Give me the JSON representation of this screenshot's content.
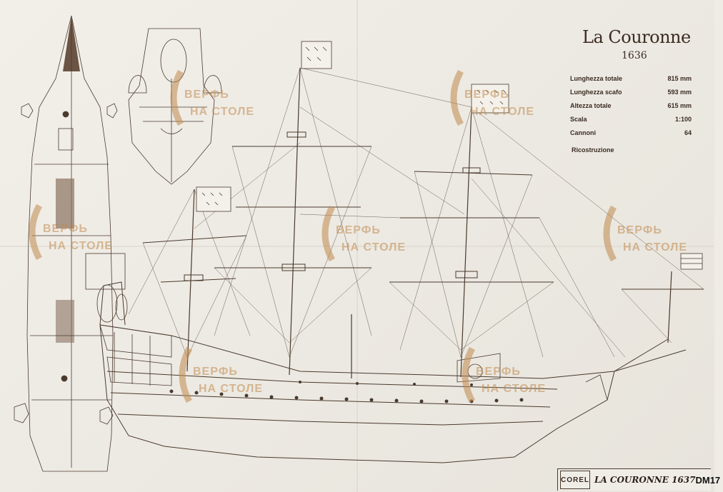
{
  "plan": {
    "title": "La Couronne",
    "year": "1636",
    "specs": [
      {
        "label": "Lunghezza totale",
        "value": "815 mm"
      },
      {
        "label": "Lunghezza scafo",
        "value": "593 mm"
      },
      {
        "label": "Altezza totale",
        "value": "615 mm"
      },
      {
        "label": "Scala",
        "value": "1:100"
      },
      {
        "label": "Cannoni",
        "value": "64"
      }
    ],
    "reconstruction_label": "Ricostruzione"
  },
  "title_block": {
    "publisher": "COREL",
    "ship_name": "LA COURONNE 1637",
    "sheet_code": "DM17"
  },
  "watermark": {
    "line1": "ВЕРФЬ",
    "line2": "НА СТОЛЕ",
    "color": "#c08a4e"
  },
  "colors": {
    "paper": "#efece6",
    "ink": "#4a3a2e"
  }
}
